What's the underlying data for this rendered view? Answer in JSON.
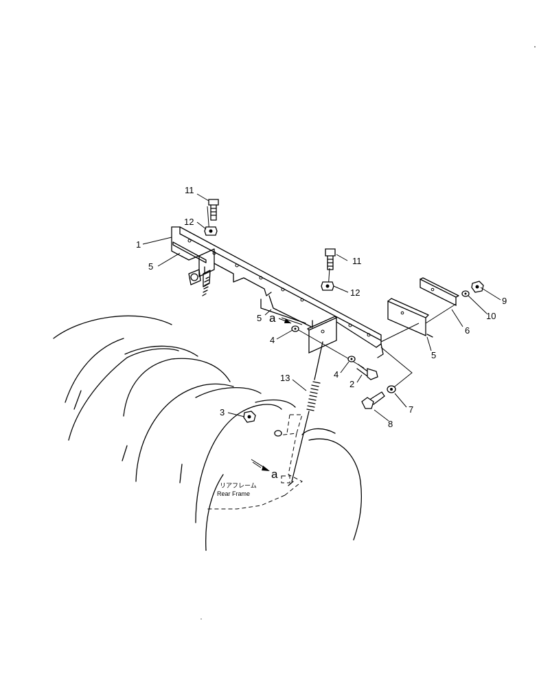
{
  "callouts": {
    "c1": "1",
    "c2": "2",
    "c3": "3",
    "c4a": "4",
    "c4b": "4",
    "c5a": "5",
    "c5b": "5",
    "c5c": "5",
    "c6": "6",
    "c7": "7",
    "c8": "8",
    "c9": "9",
    "c10": "10",
    "c11a": "11",
    "c11b": "11",
    "c12a": "12",
    "c12b": "12",
    "c13": "13"
  },
  "refs": {
    "a_top": "a",
    "a_bottom": "a"
  },
  "frame_label": {
    "jp": "リアフレーム",
    "en": "Rear Frame"
  }
}
